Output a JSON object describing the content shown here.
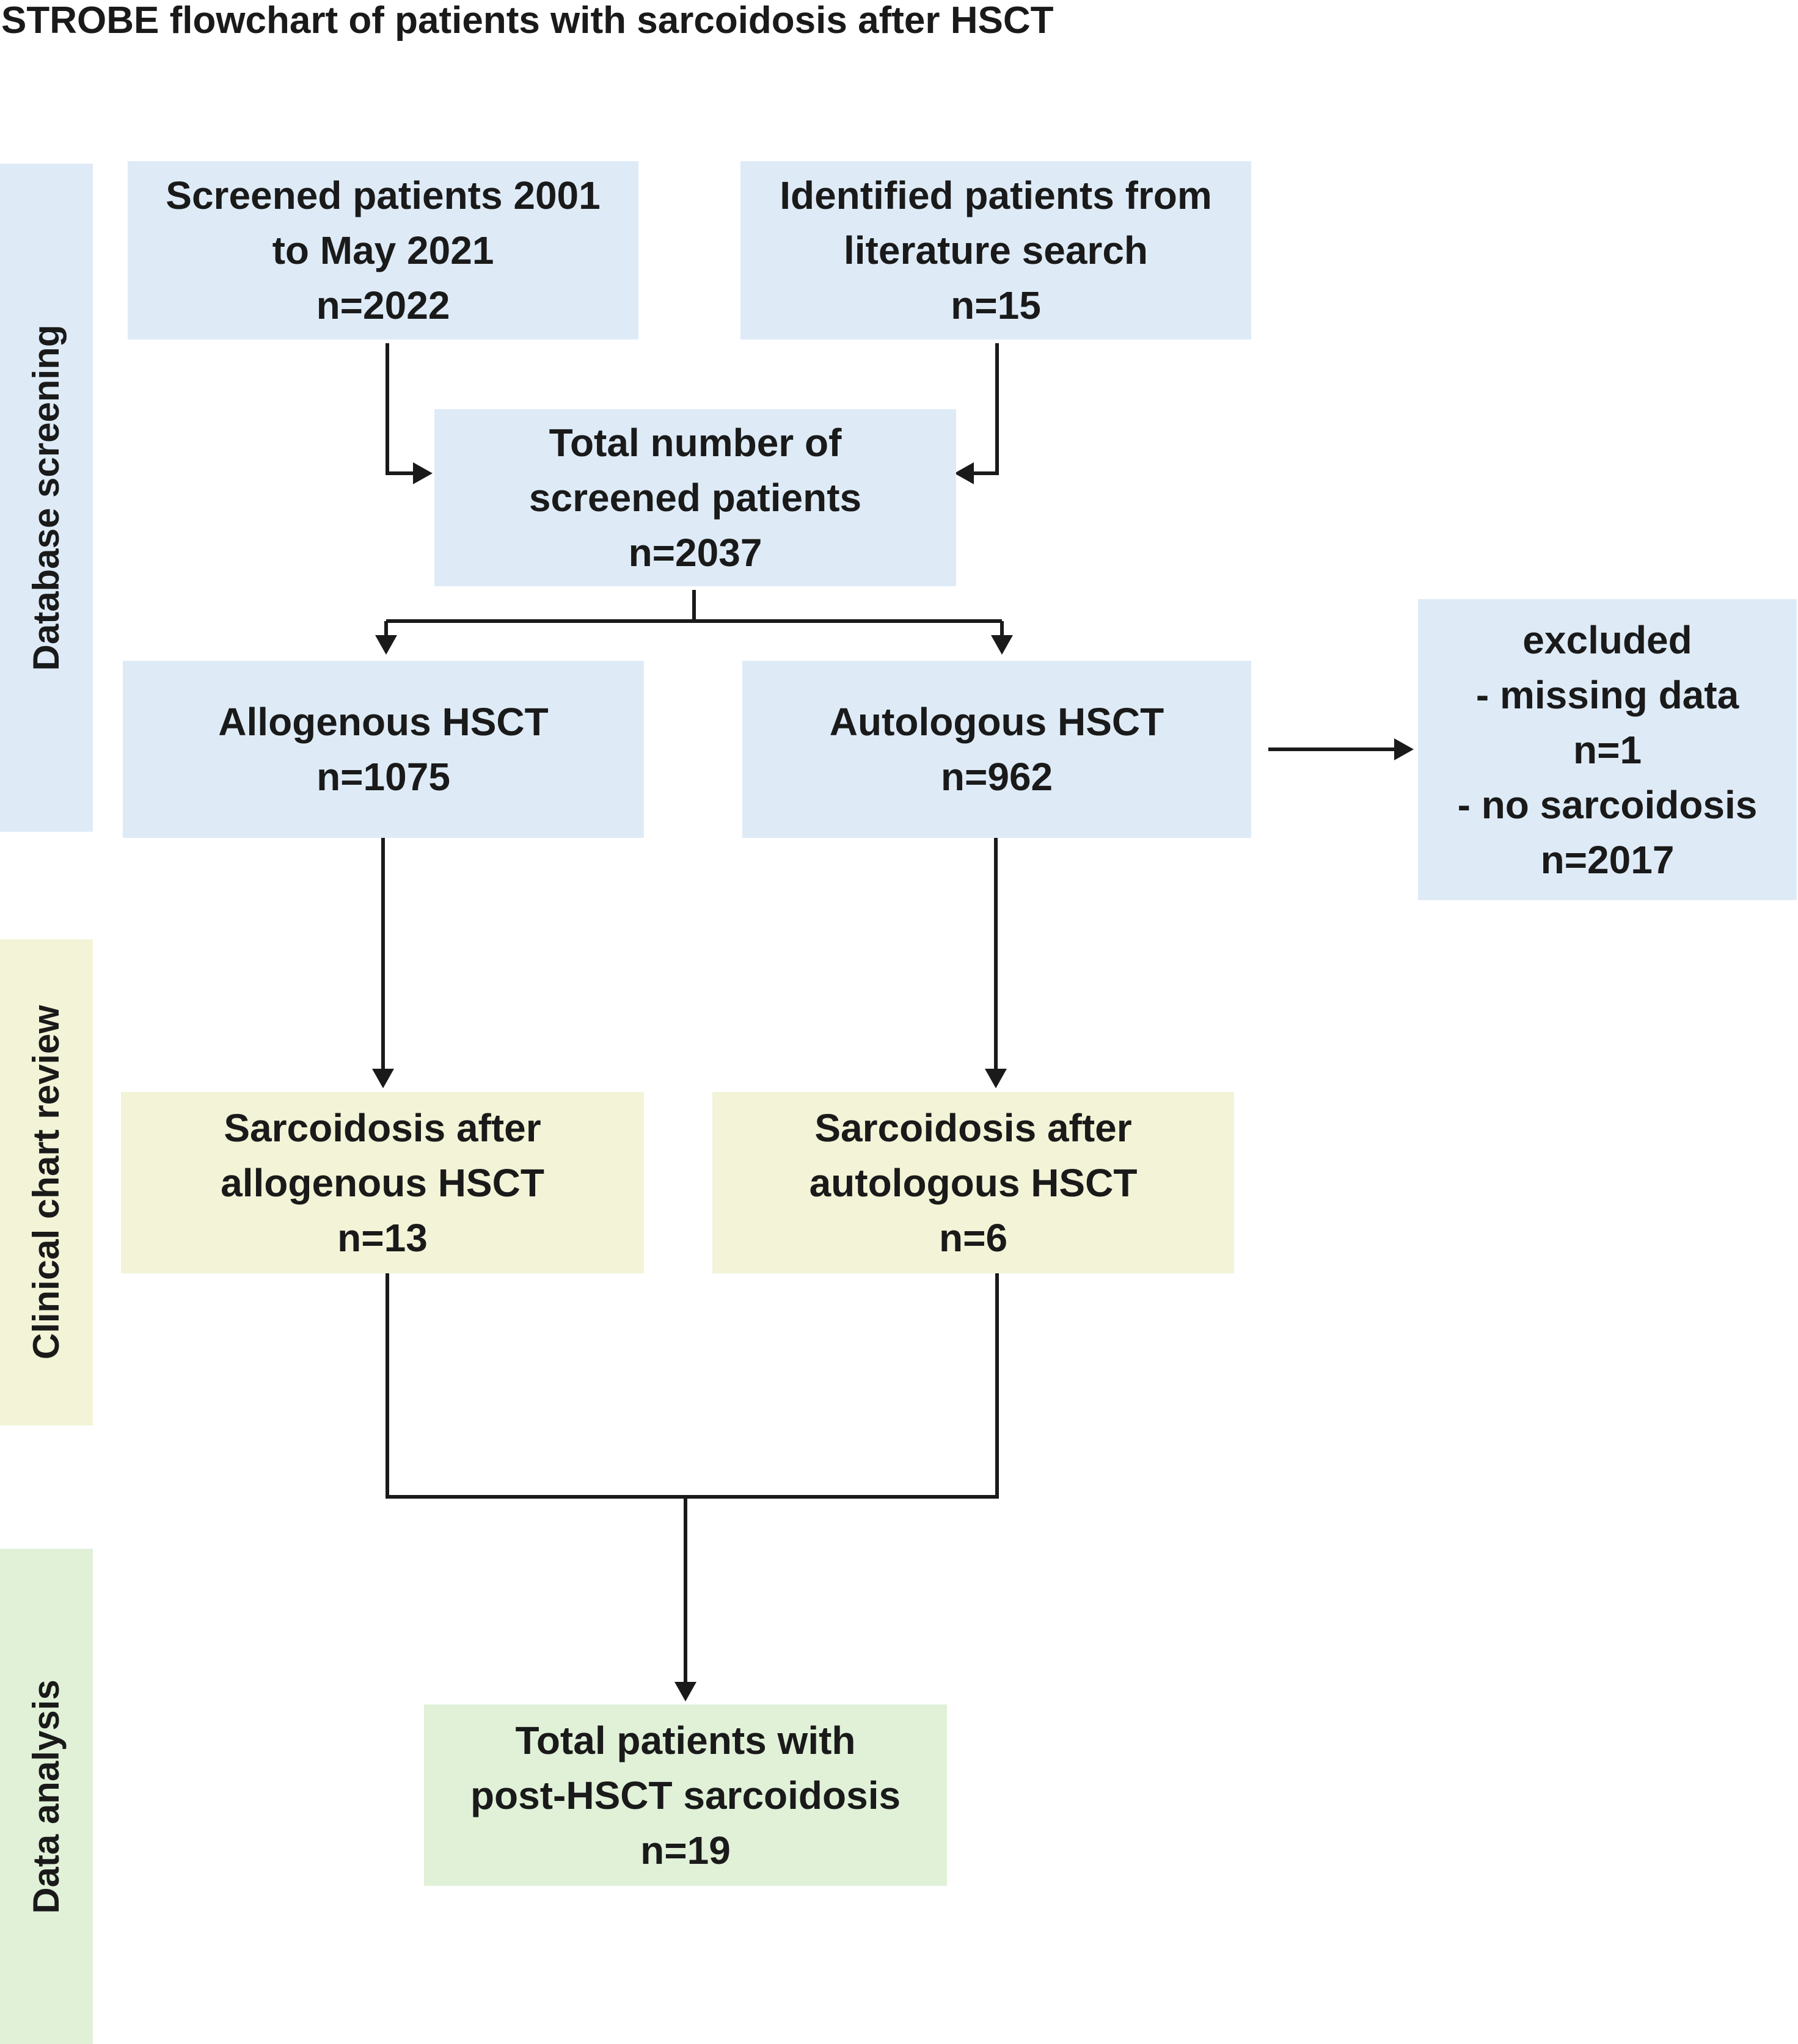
{
  "title": "STROBE flowchart of patients with sarcoidosis after HSCT",
  "stages": {
    "screening": "Database screening",
    "chart_review": "Clinical chart review",
    "analysis": "Data analysis"
  },
  "colors": {
    "screening": "#deebf7",
    "chart_review": "#f3f3d7",
    "analysis": "#e0f1d8",
    "line": "#1a1a1a"
  },
  "boxes": {
    "screened": {
      "lines": [
        "Screened patients 2001",
        "to May 2021",
        "n=2022"
      ]
    },
    "literature": {
      "lines": [
        "Identified patients from",
        "literature search",
        "n=15"
      ]
    },
    "total_screened": {
      "lines": [
        "Total number of",
        "screened patients",
        "n=2037"
      ]
    },
    "allogenous": {
      "lines": [
        "Allogenous HSCT",
        "n=1075"
      ]
    },
    "autologous": {
      "lines": [
        "Autologous HSCT",
        "n=962"
      ]
    },
    "excluded": {
      "lines": [
        "excluded",
        "- missing data",
        "n=1",
        "- no sarcoidosis",
        "n=2017"
      ]
    },
    "sarc_allo": {
      "lines": [
        "Sarcoidosis after",
        "allogenous HSCT",
        "n=13"
      ]
    },
    "sarc_auto": {
      "lines": [
        "Sarcoidosis after",
        "autologous HSCT",
        "n=6"
      ]
    },
    "total_sarc": {
      "lines": [
        "Total patients with",
        "post-HSCT sarcoidosis",
        "n=19"
      ]
    }
  }
}
